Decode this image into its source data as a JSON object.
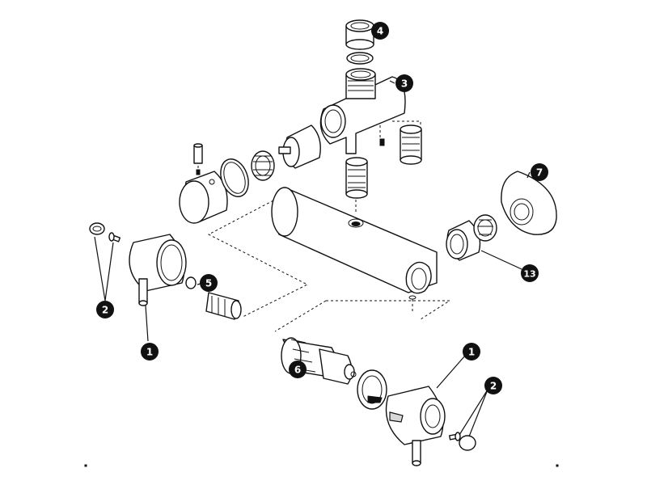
{
  "callouts": [
    {
      "id": "c1a",
      "label": "1"
    },
    {
      "id": "c1b",
      "label": "1"
    },
    {
      "id": "c2a",
      "label": "2"
    },
    {
      "id": "c2b",
      "label": "2"
    },
    {
      "id": "c3",
      "label": "3"
    },
    {
      "id": "c4",
      "label": "4"
    },
    {
      "id": "c5",
      "label": "5"
    },
    {
      "id": "c6",
      "label": "6"
    },
    {
      "id": "c7",
      "label": "7"
    },
    {
      "id": "c13",
      "label": "13"
    }
  ],
  "colors": {
    "line": "#111111",
    "fill": "#ffffff",
    "callout": "#111111"
  }
}
